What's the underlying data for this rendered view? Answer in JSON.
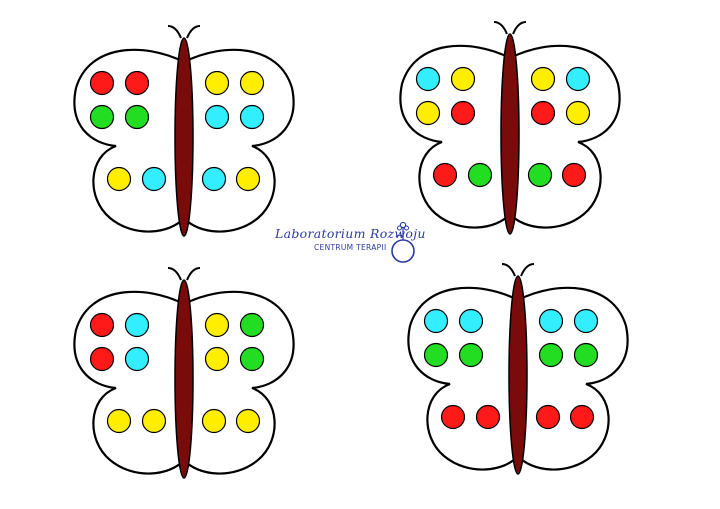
{
  "colors": {
    "wing_fill": "#ffffff",
    "wing_stroke": "#000000",
    "body_fill": "#7a0b0b",
    "red": "#ff1a1a",
    "green": "#22dd22",
    "yellow": "#ffee00",
    "cyan": "#33eeff",
    "logo_blue": "#2b3aa0"
  },
  "logo": {
    "title": "Laboratorium Rozwoju",
    "subtitle": "CENTRUM TERAPII"
  },
  "butterflies": [
    {
      "left_upper": [
        "red",
        "red",
        "green",
        "green"
      ],
      "right_upper": [
        "yellow",
        "yellow",
        "cyan",
        "cyan"
      ],
      "left_lower": [
        "yellow",
        "cyan"
      ],
      "right_lower": [
        "cyan",
        "yellow"
      ]
    },
    {
      "left_upper": [
        "cyan",
        "yellow",
        "yellow",
        "red"
      ],
      "right_upper": [
        "yellow",
        "cyan",
        "red",
        "yellow"
      ],
      "left_lower": [
        "red",
        "green"
      ],
      "right_lower": [
        "green",
        "red"
      ]
    },
    {
      "left_upper": [
        "red",
        "cyan",
        "red",
        "cyan"
      ],
      "right_upper": [
        "yellow",
        "green",
        "yellow",
        "green"
      ],
      "left_lower": [
        "yellow",
        "yellow"
      ],
      "right_lower": [
        "yellow",
        "yellow"
      ]
    },
    {
      "left_upper": [
        "cyan",
        "cyan",
        "green",
        "green"
      ],
      "right_upper": [
        "cyan",
        "cyan",
        "green",
        "green"
      ],
      "left_lower": [
        "red",
        "red"
      ],
      "right_lower": [
        "red",
        "red"
      ]
    }
  ]
}
